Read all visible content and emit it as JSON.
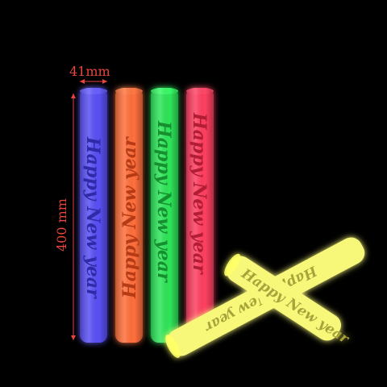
{
  "dimensions": {
    "width_label": "41mm",
    "height_label": "400 mm",
    "color": "#e8453c"
  },
  "sticks": [
    {
      "name": "blue",
      "color": "#5a50f5",
      "glow": "#6c63ff",
      "text_color": "#2e2aa8",
      "text": "Happy New year"
    },
    {
      "name": "orange",
      "color": "#ff6f3c",
      "glow": "#ff7a45",
      "text_color": "#b53a18",
      "text": "Happy New year"
    },
    {
      "name": "green",
      "color": "#2ee65a",
      "glow": "#3cff6a",
      "text_color": "#15902e",
      "text": "Happy New year"
    },
    {
      "name": "red",
      "color": "#ff3f60",
      "glow": "#ff4a6a",
      "text_color": "#b21d35",
      "text": "Happy New year"
    },
    {
      "name": "yellow",
      "color": "#f7f77a",
      "glow": "#ffff66",
      "text_color": "#a8a43a",
      "text": "Happy New year"
    }
  ]
}
